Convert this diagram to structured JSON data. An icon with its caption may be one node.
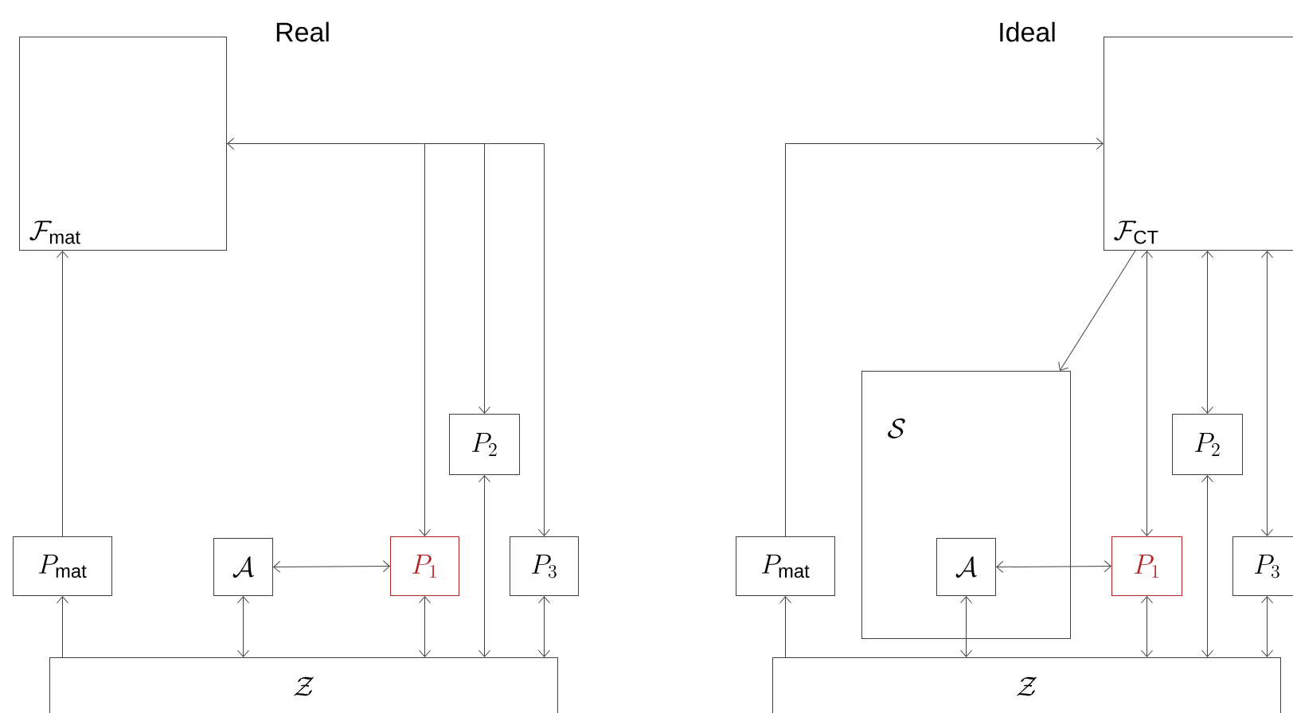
{
  "diagram": {
    "nodes": [
      {
        "text": [
          "\\mathcal{F}_{\\text{mat}}"
        ]
      },
      {
        "text": [
          "P_{2}"
        ]
      },
      {
        "text": [
          "P_{\\text{mat}}"
        ]
      },
      {
        "text": [
          "\\mathcal{A}"
        ]
      },
      {
        "text": [
          "P_{1}"
        ]
      },
      {
        "text": [
          "P_{3}"
        ]
      },
      {
        "text": [
          "\\mathcal{Z}"
        ]
      },
      {
        "text": [
          "\\mathcal{F}_{\\text{CT}}"
        ]
      },
      {
        "text": [
          "\\mathcal{S}"
        ]
      },
      {
        "text": [
          "P_{2}"
        ]
      },
      {
        "text": [
          "P_{\\text{mat}}"
        ]
      },
      {
        "text": [
          "\\mathcal{A}"
        ],
        "in": 8
      },
      {
        "text": [
          "P_{1}"
        ]
      },
      {
        "text": [
          "P_{3}"
        ]
      },
      {
        "text": [
          "\\mathcal{Z}"
        ]
      }
    ],
    "edges": [
      {
        "from": 6,
        "to": 2,
        "arrow": "to"
      },
      {
        "from": 2,
        "to": 0,
        "arrow": "to"
      },
      {
        "from": 3,
        "to": 6,
        "arrow": "both"
      },
      {
        "from": 3,
        "to": 4,
        "arrow": "both"
      },
      {
        "from": 4,
        "to": 6,
        "arrow": "both"
      },
      {
        "from": 1,
        "to": 6,
        "arrow": "both"
      },
      {
        "from": 5,
        "to": 6,
        "arrow": "both"
      },
      {
        "from": 0,
        "to": 4,
        "arrow": "both"
      },
      {
        "from": 0,
        "to": 1,
        "arrow": "both"
      },
      {
        "from": 0,
        "to": 5,
        "arrow": "both"
      },
      {
        "from": 14,
        "to": 10,
        "arrow": "to"
      },
      {
        "from": 10,
        "to": 7,
        "arrow": "to"
      },
      {
        "from": 7,
        "to": 8,
        "arrow": "to"
      },
      {
        "from": 12,
        "to": 7,
        "arrow": "both"
      },
      {
        "from": 9,
        "to": 7,
        "arrow": "both"
      },
      {
        "from": 13,
        "to": 7,
        "arrow": "both"
      },
      {
        "from": 11,
        "to": 12,
        "arrow": "both"
      },
      {
        "from": 11,
        "to": 14,
        "arrow": "both"
      },
      {
        "from": 12,
        "to": 14,
        "arrow": "both"
      },
      {
        "from": 9,
        "to": 14,
        "arrow": "both"
      },
      {
        "from": 13,
        "to": 14,
        "arrow": "both"
      }
    ],
    "labels": [
      "Real",
      "Ideal"
    ]
  }
}
